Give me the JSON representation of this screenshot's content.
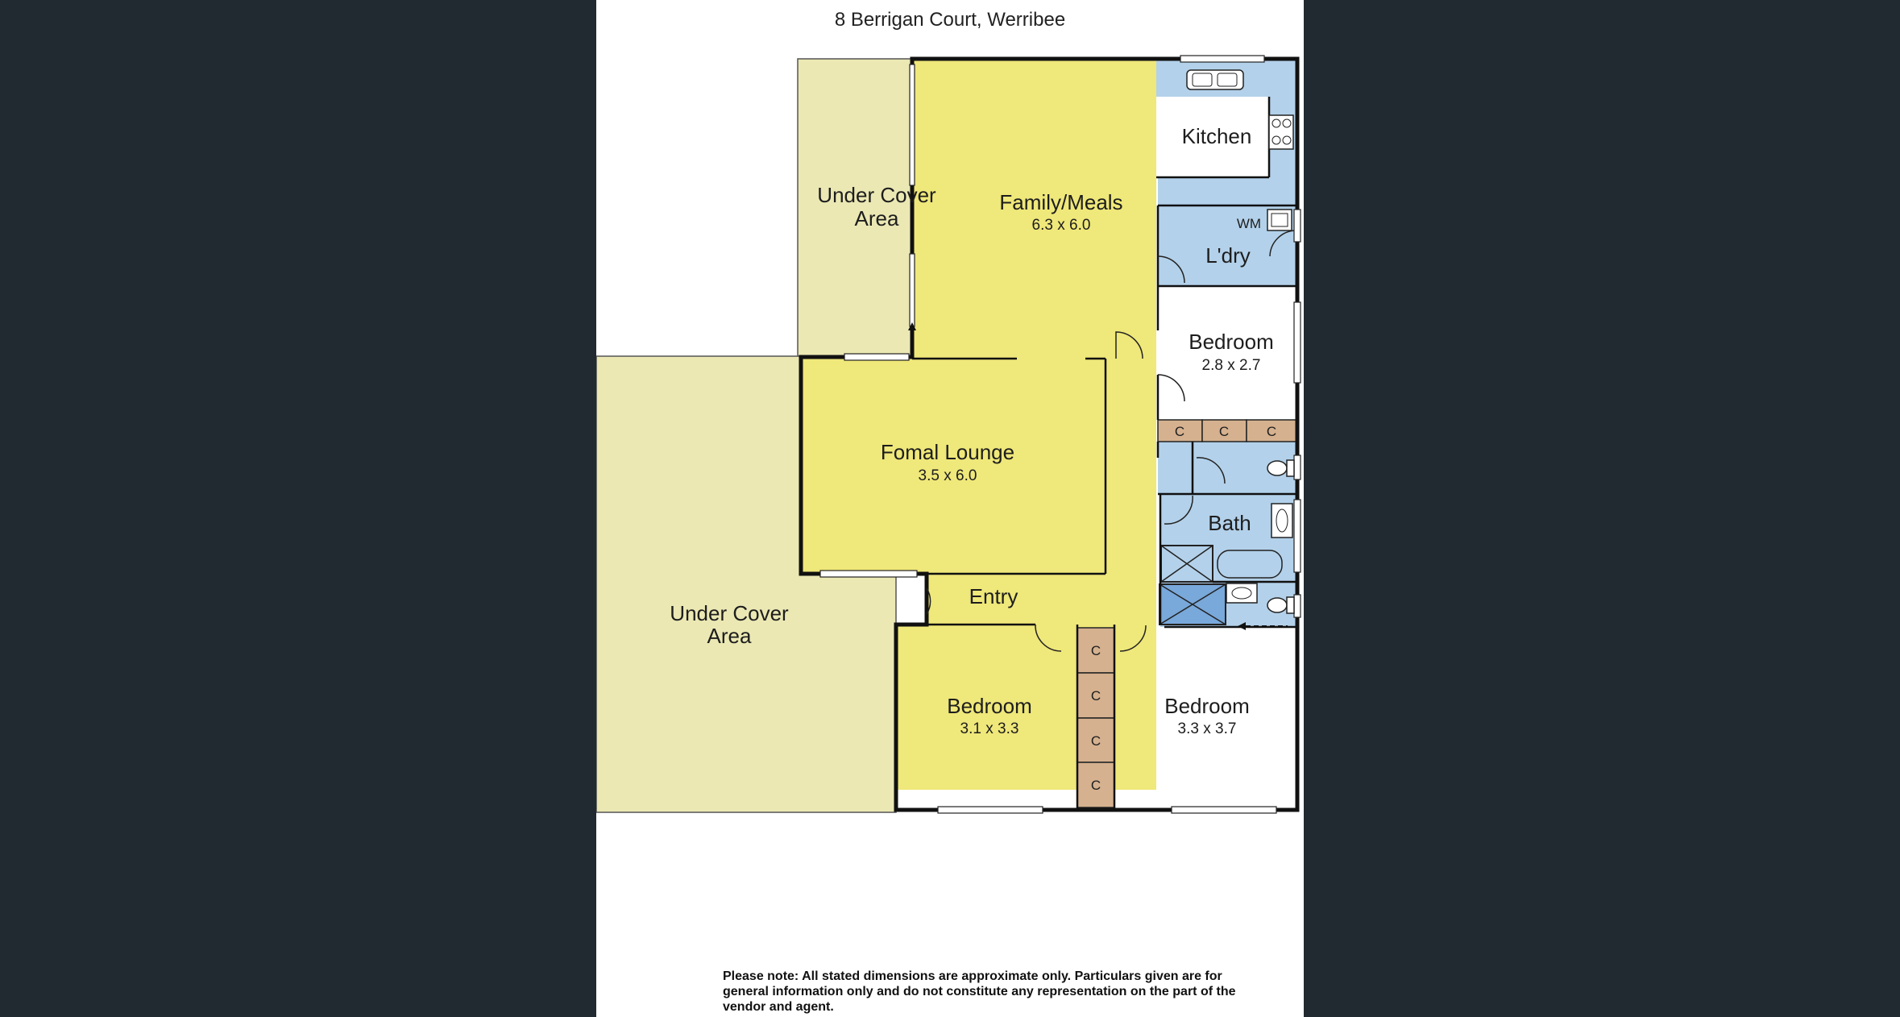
{
  "title": "8 Berrigan Court, Werribee",
  "rooms": {
    "under_cover_top": {
      "line1": "Under Cover",
      "line2": "Area"
    },
    "under_cover_bottom": {
      "line1": "Under Cover",
      "line2": "Area"
    },
    "family": {
      "name": "Family/Meals",
      "dims": "6.3 x 6.0"
    },
    "kitchen": {
      "name": "Kitchen"
    },
    "laundry": {
      "name": "L'dry",
      "wm": "WM"
    },
    "bedroom2": {
      "name": "Bedroom",
      "dims": "2.8 x 2.7"
    },
    "lounge": {
      "name": "Fomal Lounge",
      "dims": "3.5 x 6.0"
    },
    "bath": {
      "name": "Bath"
    },
    "entry": {
      "name": "Entry"
    },
    "bedroom3": {
      "name": "Bedroom",
      "dims": "3.1 x 3.3"
    },
    "bedroom1": {
      "name": "Bedroom",
      "dims": "3.3 x 3.7"
    }
  },
  "cupboards": [
    "C",
    "C",
    "C",
    "C",
    "C",
    "C",
    "C"
  ],
  "note": "Please note:  All stated dimensions are approximate only. Particulars given are for general information only and do not constitute any representation on the part of the vendor and agent.",
  "colors": {
    "background": "#212931",
    "room_yellow": "#efe87a",
    "wet_blue": "#b3d1ea",
    "outdoor": "#ebe8b4",
    "cupboard": "#d5b18f"
  }
}
